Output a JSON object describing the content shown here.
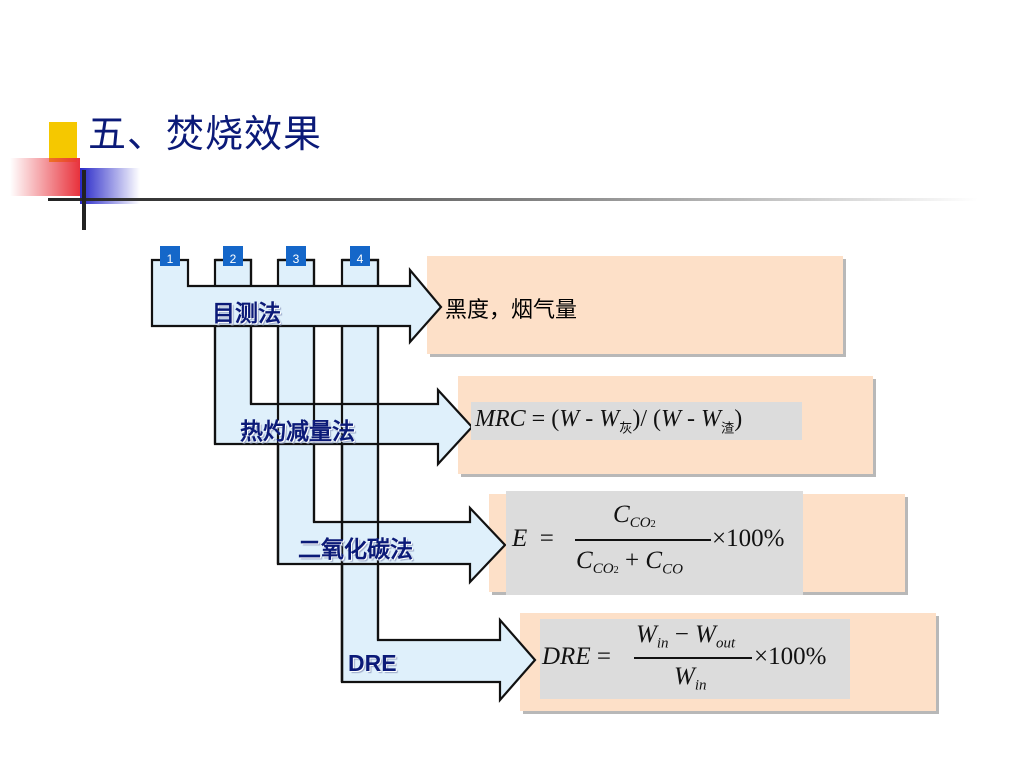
{
  "slide": {
    "title": "五、焚烧效果"
  },
  "steps": [
    "1",
    "2",
    "3",
    "4"
  ],
  "methods": [
    {
      "label": "目测法",
      "result_text": "黑度，烟气量"
    },
    {
      "label": "热灼减量法",
      "formula": "MRC = (W - W 灰)/ (W - W 渣)"
    },
    {
      "label": "二氧化碳法",
      "formula": "E = C_CO2 / (C_CO2 + C_CO) × 100%"
    },
    {
      "label": "DRE",
      "formula": "DRE = (W_in − W_out) / W_in × 100%"
    }
  ],
  "formula_text": {
    "mrc": {
      "lhs": "MRC",
      "w1": "W",
      "w2": "W",
      "sub_ash": "灰",
      "w3": "W",
      "w4": "W",
      "sub_slag": "渣"
    },
    "e": {
      "lhs": "E",
      "c": "C",
      "co2": "CO",
      "two": "2",
      "co": "CO",
      "pct": "×100%"
    },
    "dre": {
      "lhs": "DRE",
      "w": "W",
      "in": "in",
      "out": "out",
      "pct": "×100%"
    }
  },
  "colors": {
    "title": "#0b1a78",
    "arrow_fill": "#dff0fb",
    "result_box": "#fde0c8",
    "formula_bg": "#dcdcdc",
    "step_square": "#1567c9",
    "deco_yellow": "#f5c800",
    "deco_red": "#e8323c",
    "deco_blue": "#2828c8"
  },
  "icons": [
    "title-decoration",
    "step-square",
    "arrow"
  ]
}
